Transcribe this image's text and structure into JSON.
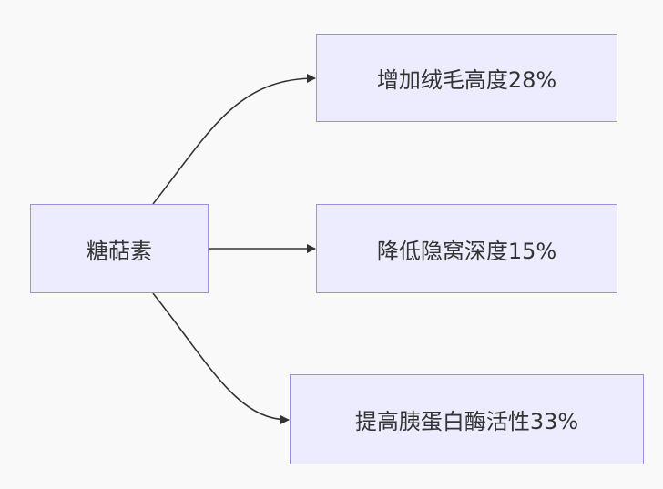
{
  "diagram": {
    "type": "flowchart",
    "direction": "left-to-right",
    "colors": {
      "background": "#f9f9f9",
      "node_fill": "#ececfe",
      "node_border": "#9f8fdc",
      "edge": "#333333",
      "text": "#333333"
    },
    "nodes": {
      "source": {
        "label": "糖萜素"
      },
      "t1": {
        "label": "增加绒毛高度28%"
      },
      "t2": {
        "label": "降低隐窝深度15%"
      },
      "t3": {
        "label": "提高胰蛋白酶活性33%"
      }
    },
    "edges": [
      {
        "from": "source",
        "to": "t1"
      },
      {
        "from": "source",
        "to": "t2"
      },
      {
        "from": "source",
        "to": "t3"
      }
    ]
  }
}
